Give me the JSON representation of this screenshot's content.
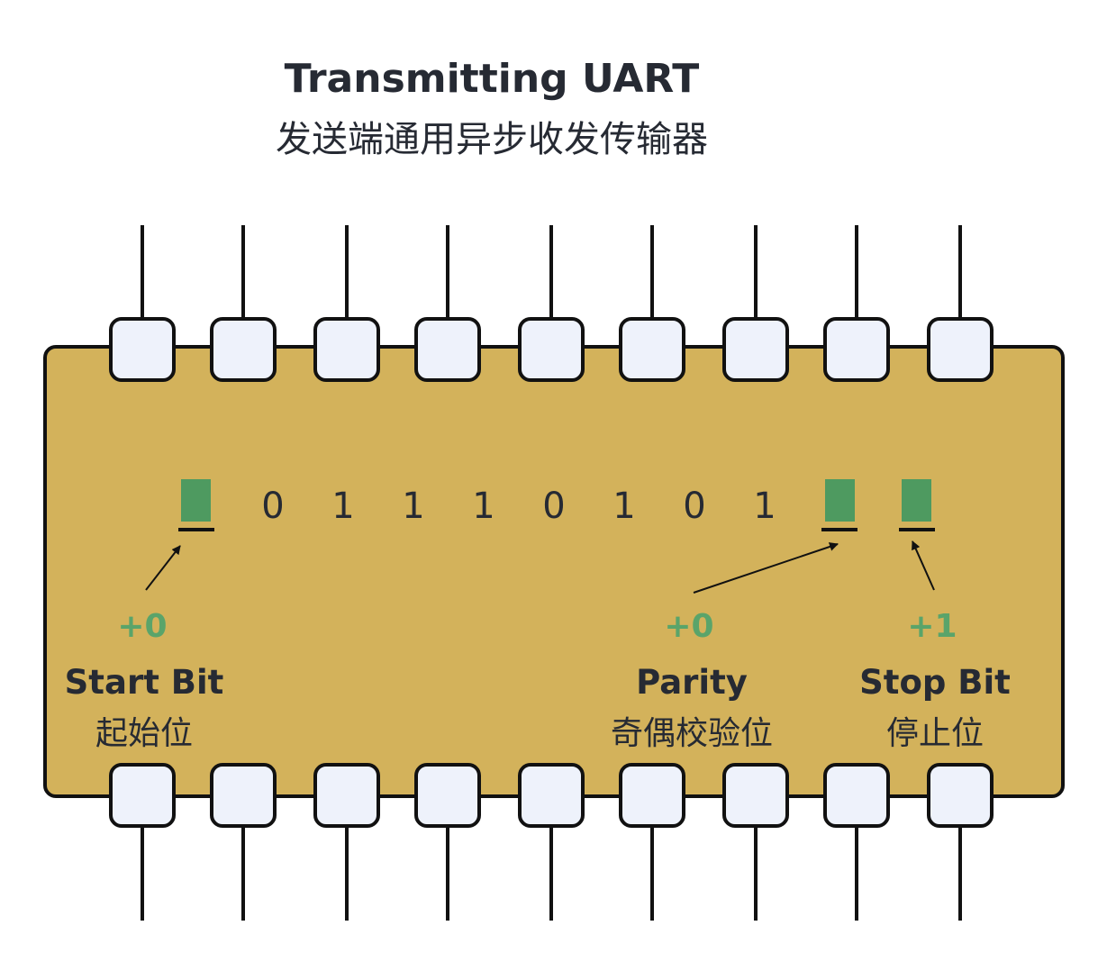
{
  "title": {
    "english": "Transmitting UART",
    "chinese": "发送端通用异步收发传输器"
  },
  "colors": {
    "chip_body": "#d3b25b",
    "pin_pad": "#eef2fb",
    "stroke": "#111111",
    "bit_marker": "#4e9a60",
    "delta_text": "#5aa46a",
    "text": "#262a33"
  },
  "data_bits": [
    "0",
    "1",
    "1",
    "1",
    "0",
    "1",
    "0",
    "1"
  ],
  "markers": {
    "start": {
      "delta": "+0",
      "label_en": "Start Bit",
      "label_zh": "起始位"
    },
    "parity": {
      "delta": "+0",
      "label_en": "Parity",
      "label_zh": "奇偶校验位"
    },
    "stop": {
      "delta": "+1",
      "label_en": "Stop Bit",
      "label_zh": "停止位"
    }
  },
  "pins_per_side": 9
}
